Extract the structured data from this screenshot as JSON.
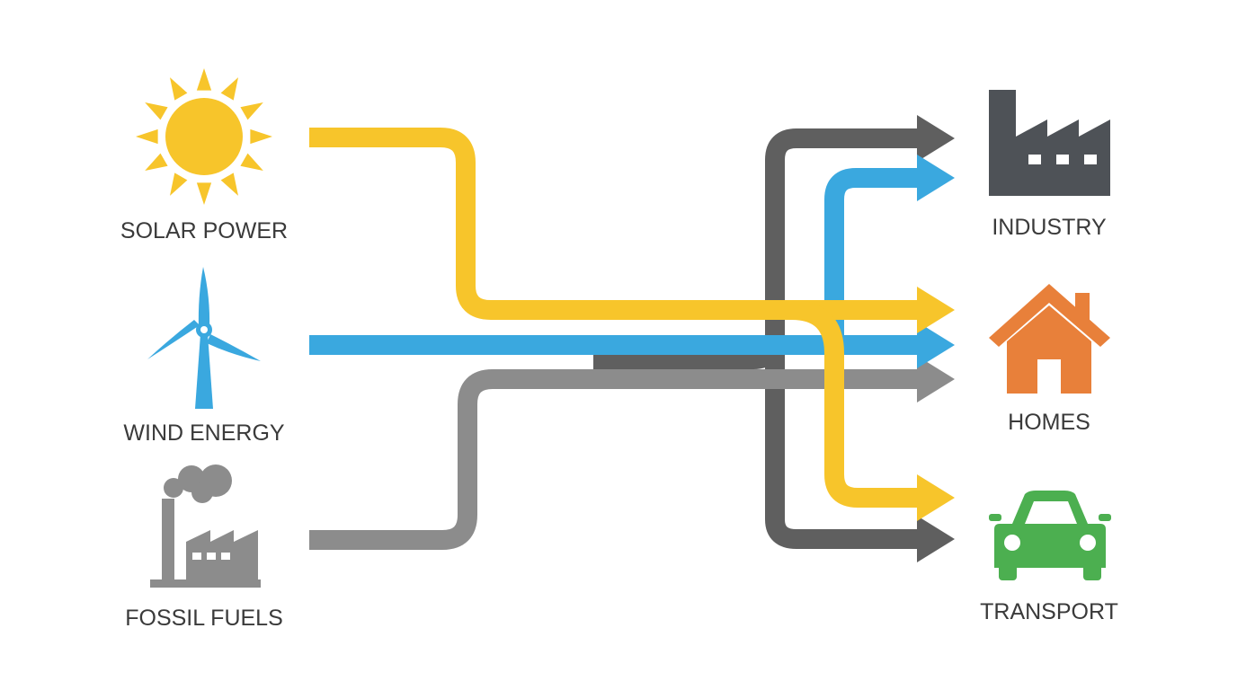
{
  "colors": {
    "solar": "#F7C52B",
    "wind": "#3AA8DF",
    "fossil": "#8C8C8C",
    "fossil_dark": "#5F5F5F",
    "industry": "#4E5257",
    "homes": "#E8803A",
    "transport": "#4CAF50",
    "label": "#3A3A3A"
  },
  "sources": [
    {
      "id": "solar",
      "label": "SOLAR POWER",
      "icon": "sun-icon"
    },
    {
      "id": "wind",
      "label": "WIND ENERGY",
      "icon": "wind-turbine-icon"
    },
    {
      "id": "fossil",
      "label": "FOSSIL FUELS",
      "icon": "power-plant-icon"
    }
  ],
  "destinations": [
    {
      "id": "industry",
      "label": "INDUSTRY",
      "icon": "factory-icon"
    },
    {
      "id": "homes",
      "label": "HOMES",
      "icon": "house-icon"
    },
    {
      "id": "transport",
      "label": "TRANSPORT",
      "icon": "car-icon"
    }
  ],
  "flows": [
    {
      "from": "solar",
      "to": "homes"
    },
    {
      "from": "solar",
      "to": "transport"
    },
    {
      "from": "wind",
      "to": "industry"
    },
    {
      "from": "wind",
      "to": "homes"
    },
    {
      "from": "fossil",
      "to": "homes"
    },
    {
      "from": "fossil",
      "to": "industry"
    },
    {
      "from": "fossil",
      "to": "transport"
    }
  ]
}
